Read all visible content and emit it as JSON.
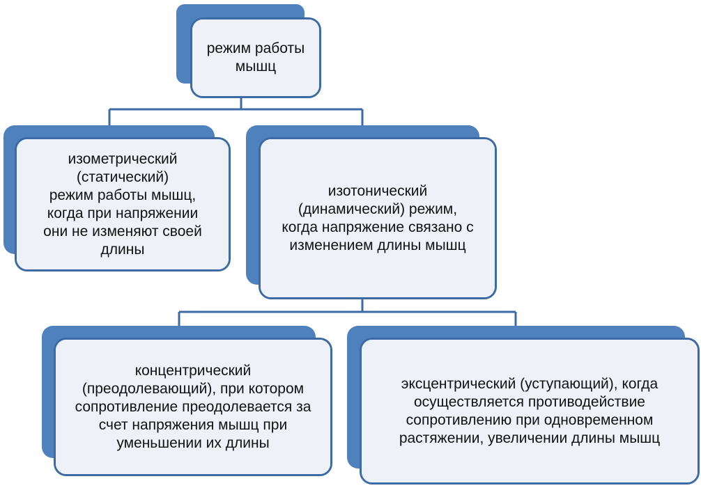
{
  "diagram": {
    "root": {
      "text": "режим работы\nмышц"
    },
    "isometric": {
      "text": "изометрический\n(статический)\nрежим работы мышц,\nкогда при напряжении\nони не изменяют своей\nдлины"
    },
    "isotonic": {
      "text": "изотонический\n(динамический) режим,\nкогда напряжение связано с\nизменением длины мышц"
    },
    "concentric": {
      "text": "концентрический\n(преодолевающий), при котором\nсопротивление преодолевается за\nсчет напряжения мышц при\nуменьшении их длины"
    },
    "eccentric": {
      "text": "эксцентрический (уступающий), когда\nосуществляется противодействие\nсопротивлению при одновременном\nрастяжении, увеличении длины мышц"
    },
    "colors": {
      "back_fill": "#4f81bd",
      "border": "#3c6aa5",
      "front_fill": "#eef2f8",
      "connector": "#3c6aa5"
    }
  }
}
